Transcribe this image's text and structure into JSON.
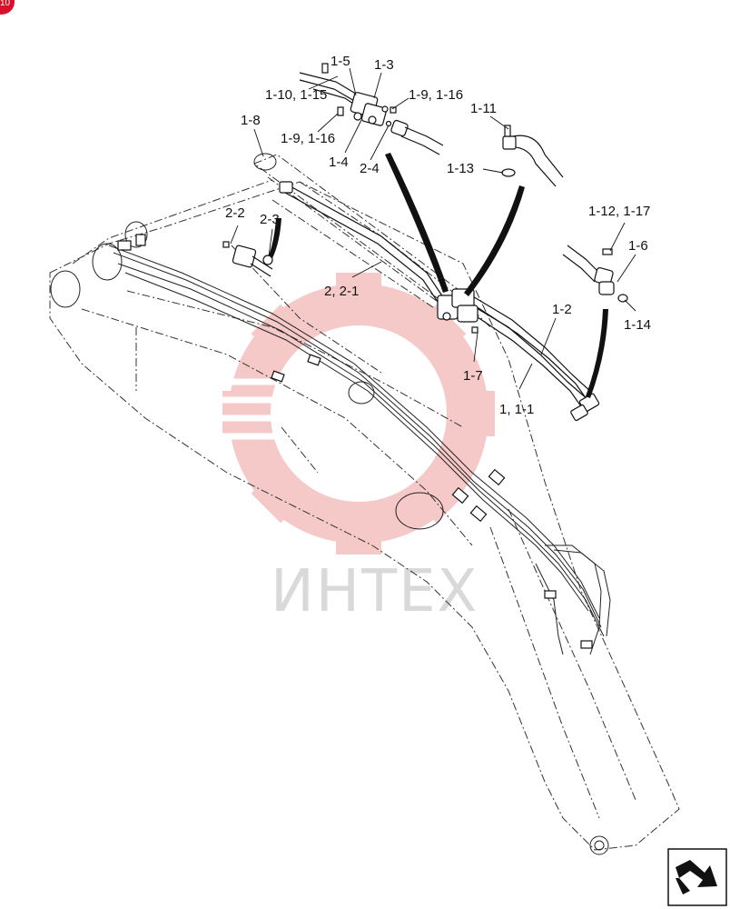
{
  "page_badge": "10",
  "watermark": "ИНТЕХ",
  "labels": {
    "l_1_5": "1-5",
    "l_1_3": "1-3",
    "l_1_10_1_15": "1-10, 1-15",
    "l_1_9_1_16_top": "1-9, 1-16",
    "l_1_11": "1-11",
    "l_1_8": "1-8",
    "l_1_9_1_16_left": "1-9, 1-16",
    "l_1_4": "1-4",
    "l_2_4": "2-4",
    "l_1_13": "1-13",
    "l_2_2": "2-2",
    "l_2_3": "2-3",
    "l_1_12_1_17": "1-12, 1-17",
    "l_1_6": "1-6",
    "l_2_2_1": "2, 2-1",
    "l_1_2": "1-2",
    "l_1_14": "1-14",
    "l_1_7": "1-7",
    "l_1_1_1": "1, 1-1"
  },
  "colors": {
    "watermark_gear": "#f3b8b8",
    "badge": "#d8112a",
    "line": "#111111"
  },
  "icons": {
    "nav_arrow": "next-page-arrow-icon"
  }
}
